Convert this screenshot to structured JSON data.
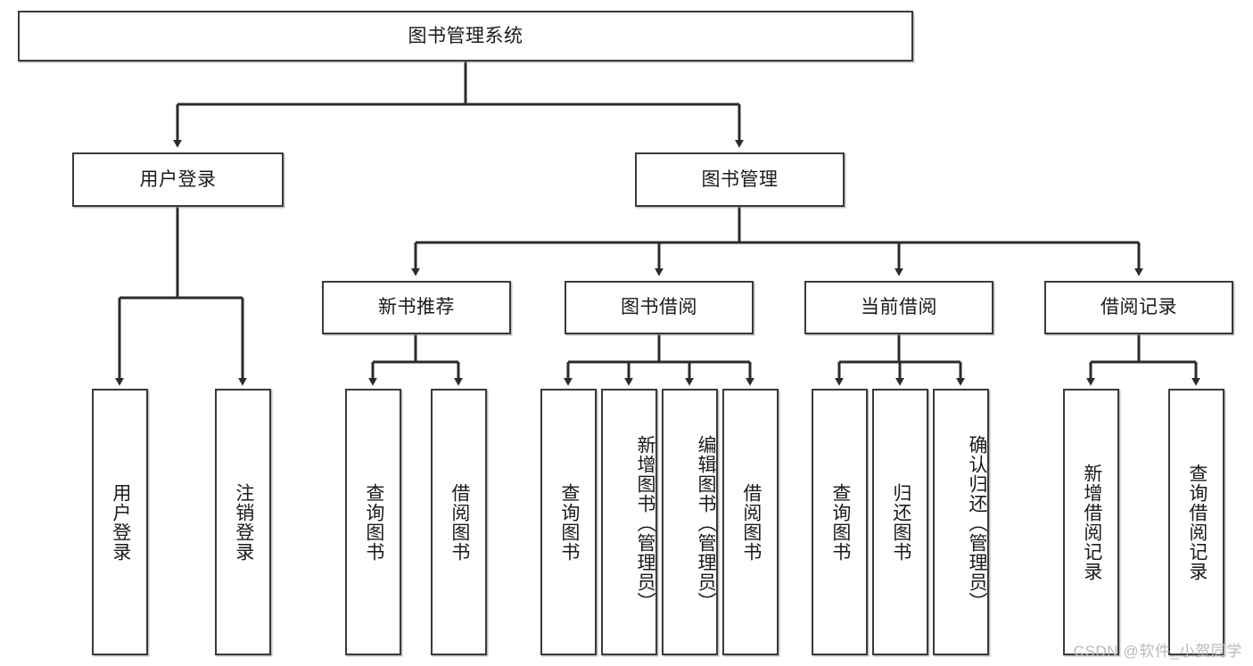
{
  "diagram": {
    "type": "tree-hierarchy-chart",
    "title": "图书管理系统",
    "colors": {
      "background": "#ffffff",
      "box_border": "#3a3a3a",
      "box_fill": "#ffffff",
      "connector": "#2b2b2b",
      "text": "#1a1a1a",
      "watermark": "#b9b9b9"
    },
    "nodes": {
      "root": {
        "label": "图书管理系统",
        "orientation": "horizontal"
      },
      "level1": [
        {
          "id": "user-login",
          "label": "用户登录",
          "orientation": "horizontal"
        },
        {
          "id": "book-management",
          "label": "图书管理",
          "orientation": "horizontal"
        }
      ],
      "level2": [
        {
          "id": "new-book-recommend",
          "label": "新书推荐",
          "orientation": "horizontal"
        },
        {
          "id": "book-borrow",
          "label": "图书借阅",
          "orientation": "horizontal"
        },
        {
          "id": "current-borrow",
          "label": "当前借阅",
          "orientation": "horizontal"
        },
        {
          "id": "borrow-record",
          "label": "借阅记录",
          "orientation": "horizontal"
        }
      ],
      "leaves": [
        {
          "id": "leaf-user-login",
          "label": "用户登录",
          "parent": "user-login",
          "orientation": "vertical"
        },
        {
          "id": "leaf-user-logout",
          "label": "注销登录",
          "parent": "user-login",
          "orientation": "vertical"
        },
        {
          "id": "leaf-query-book-1",
          "label": "查询图书",
          "parent": "new-book-recommend",
          "orientation": "vertical"
        },
        {
          "id": "leaf-borrow-book-1",
          "label": "借阅图书",
          "parent": "new-book-recommend",
          "orientation": "vertical"
        },
        {
          "id": "leaf-query-book-2",
          "label": "查询图书",
          "parent": "book-borrow",
          "orientation": "vertical"
        },
        {
          "id": "leaf-add-book",
          "label": "新增图书（管理员）",
          "parent": "book-borrow",
          "orientation": "vertical"
        },
        {
          "id": "leaf-edit-book",
          "label": "编辑图书（管理员）",
          "parent": "book-borrow",
          "orientation": "vertical"
        },
        {
          "id": "leaf-borrow-book-2",
          "label": "借阅图书",
          "parent": "book-borrow",
          "orientation": "vertical"
        },
        {
          "id": "leaf-query-book-3",
          "label": "查询图书",
          "parent": "current-borrow",
          "orientation": "vertical"
        },
        {
          "id": "leaf-return-book",
          "label": "归还图书",
          "parent": "current-borrow",
          "orientation": "vertical"
        },
        {
          "id": "leaf-confirm-return",
          "label": "确认归还（管理员）",
          "parent": "current-borrow",
          "orientation": "vertical"
        },
        {
          "id": "leaf-add-record",
          "label": "新增借阅记录",
          "parent": "borrow-record",
          "orientation": "vertical"
        },
        {
          "id": "leaf-query-record",
          "label": "查询借阅记录",
          "parent": "borrow-record",
          "orientation": "vertical"
        }
      ]
    },
    "watermark": "CSDN @软件_小贺同学"
  }
}
